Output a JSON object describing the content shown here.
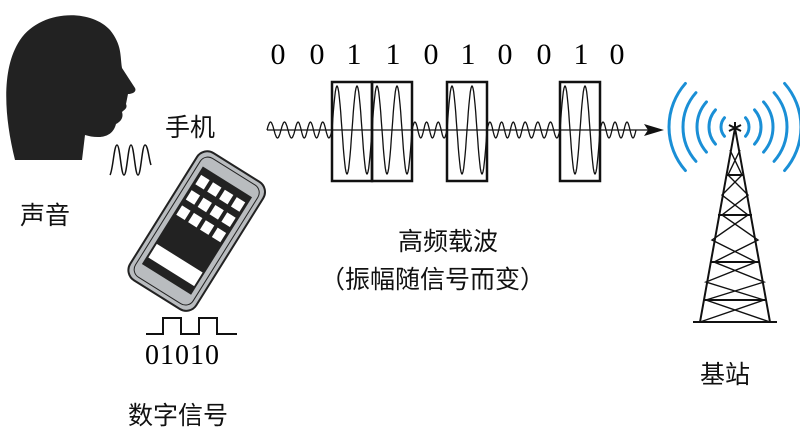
{
  "labels": {
    "voice": "声音",
    "phone": "手机",
    "digital_signal": "数字信号",
    "digital_code": "01010",
    "carrier_title": "高频载波",
    "carrier_note": "（振幅随信号而变）",
    "base_station": "基站"
  },
  "bits": [
    "0",
    "0",
    "1",
    "1",
    "0",
    "1",
    "0",
    "0",
    "1",
    "0"
  ],
  "colors": {
    "signal_waves": "#1a8fd6",
    "phone_body": "#b9bcbf",
    "ink": "#111111"
  }
}
